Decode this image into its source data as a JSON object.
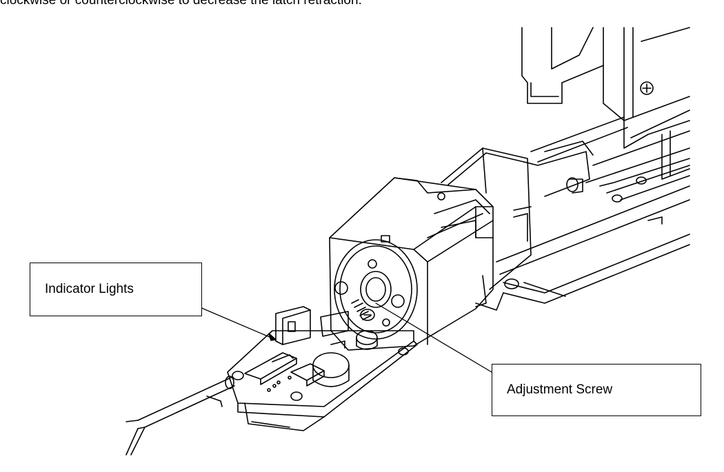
{
  "instruction_text": "clockwise or counterclockwise to decrease the latch retraction.",
  "callouts": {
    "indicator_lights": "Indicator Lights",
    "adjustment_screw": "Adjustment Screw"
  }
}
